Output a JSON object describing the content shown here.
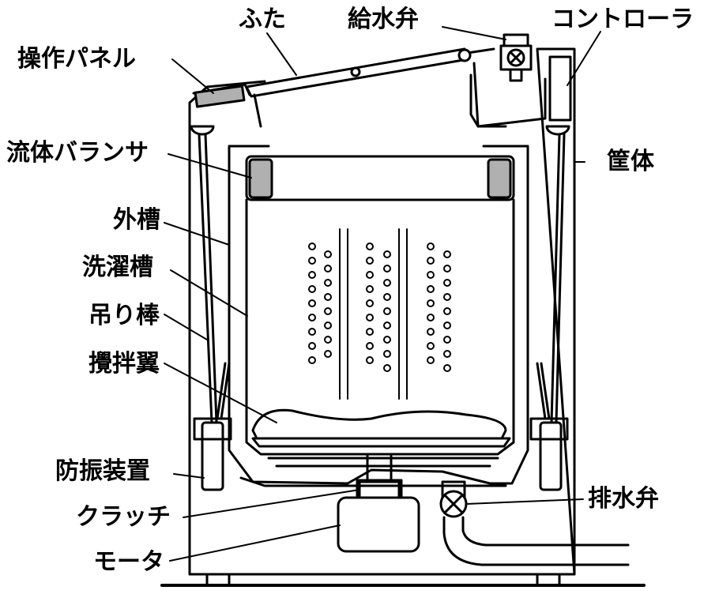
{
  "labels": {
    "control_panel": "操作パネル",
    "lid": "ふた",
    "water_valve": "給水弁",
    "controller": "コントローラ",
    "fluid_balancer": "流体バランサ",
    "cabinet": "筐体",
    "outer_tub": "外槽",
    "wash_tub": "洗濯槽",
    "suspension_rod": "吊り棒",
    "agitator": "攪拌翼",
    "damper": "防振装置",
    "clutch": "クラッチ",
    "drain_valve": "排水弁",
    "motor": "モータ"
  },
  "colors": {
    "line": "#000000",
    "fill_gray": "#b0b0b0",
    "background": "#ffffff"
  }
}
